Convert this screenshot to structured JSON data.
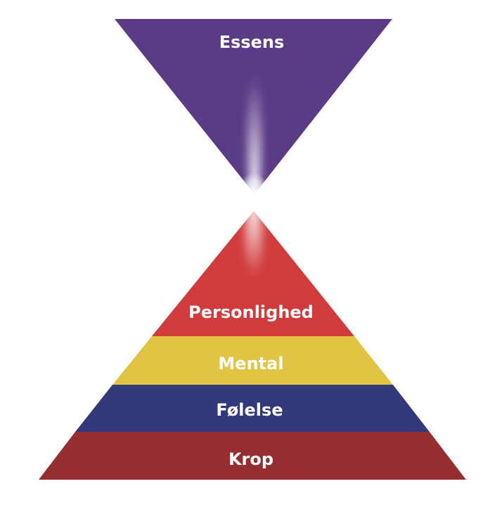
{
  "top_triangle": {
    "label": "Essens",
    "color": "#5b3a86"
  },
  "pyramid": {
    "layers": [
      {
        "label": "Personlighed",
        "color": "#d13b3c"
      },
      {
        "label": "Mental",
        "color": "#e2c444"
      },
      {
        "label": "Følelse",
        "color": "#323a7b"
      },
      {
        "label": "Krop",
        "color": "#962d31"
      }
    ]
  }
}
